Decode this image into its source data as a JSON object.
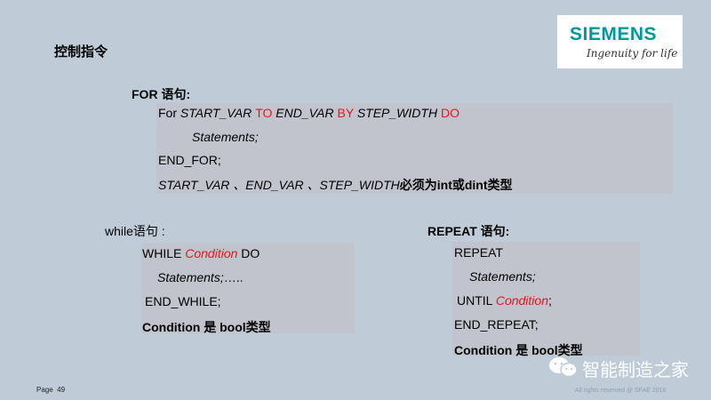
{
  "title": "控制指令",
  "logo": {
    "brand": "SIEMENS",
    "tagline": "Ingenuity for life"
  },
  "for_section": {
    "heading": "FOR 语句:",
    "l1": {
      "a": "For ",
      "b": "START_VAR ",
      "c": "TO ",
      "d": "END_VAR ",
      "e": "BY ",
      "f": "STEP_WIDTH ",
      "g": "DO"
    },
    "l2": "Statements;",
    "l3": "END_FOR;",
    "l4": {
      "a": "START_VAR 、END_VAR 、STEP_WIDTH",
      "b": "必须为int或dint类型"
    }
  },
  "while_section": {
    "heading": "while语句 :",
    "l1": {
      "a": "WHILE ",
      "b": "Condition",
      "c": " DO"
    },
    "l2": {
      "a": "Statements;",
      "b": "….."
    },
    "l3": "END_WHILE;",
    "l4": "Condition 是 bool类型"
  },
  "repeat_section": {
    "heading": "REPEAT 语句:",
    "l1": "REPEAT",
    "l2": "Statements;",
    "l3": {
      "a": "UNTIL ",
      "b": "Condition",
      "c": ";"
    },
    "l4": "END_REPEAT;",
    "l5": "Condition 是 bool类型"
  },
  "footer": {
    "page_label": "Page",
    "page_number": "49",
    "copyright": "All rights reserved @ SFAE 2018",
    "watermark": "智能制造之家"
  }
}
